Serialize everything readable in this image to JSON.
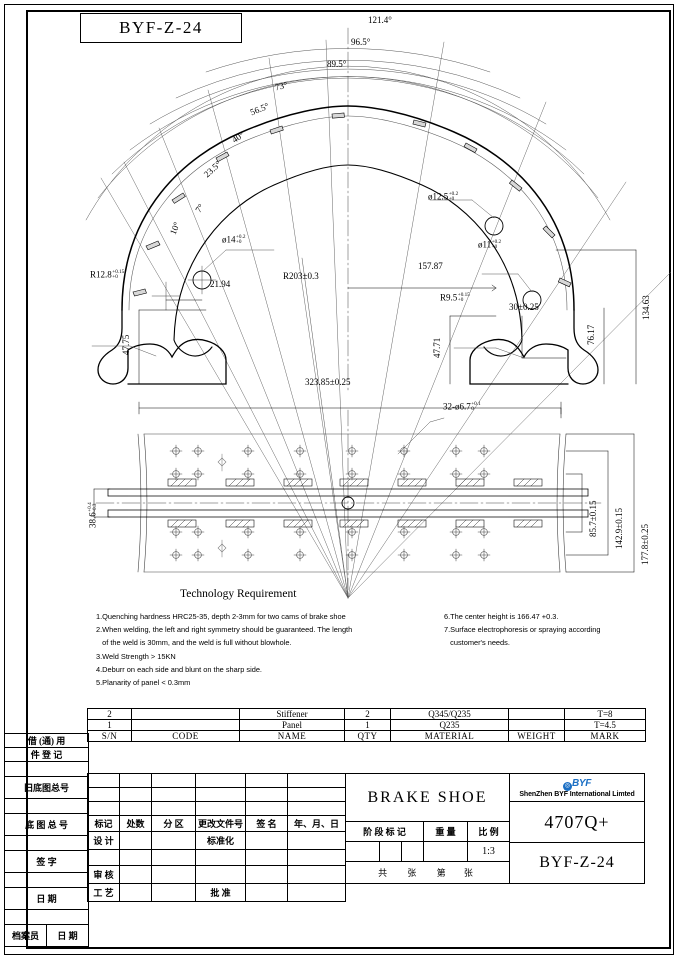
{
  "sheet": {
    "part_number_box": "BYF-Z-24"
  },
  "front_view": {
    "angles": [
      "121.4°",
      "96.5°",
      "89.5°",
      "73°",
      "56.5°",
      "40°",
      "23.5°",
      "7°",
      "10°"
    ],
    "dims": {
      "hole_14": "ø14",
      "hole_14_tol_up": "+0.2",
      "hole_14_tol_dn": "+0",
      "hole_12_5": "ø12.5",
      "hole_12_5_tol_up": "+0.2",
      "hole_12_5_tol_dn": "+0",
      "hole_11": "ø11",
      "hole_11_tol_up": "+0.2",
      "hole_11_tol_dn": "+0",
      "r12_8": "R12.8",
      "r12_8_tol_up": "+0.15",
      "r12_8_tol_dn": "+0",
      "r9_5": "R9.5",
      "r9_5_tol_up": "+0.15",
      "r9_5_tol_dn": "+0",
      "r203": "R203±0.3",
      "w157_87": "157.87",
      "w21_94": "21.94",
      "h47_75": "47.75",
      "h47_71": "47.71",
      "h30": "30±0.25",
      "h76_17": "76.17",
      "h134_63": "134.63",
      "w323_85": "323.85±0.25"
    }
  },
  "section_view": {
    "dims": {
      "rivets": "32-ø6.7",
      "rivets_tol_up": "+0.1",
      "rivets_tol_dn": "0",
      "t38_6": "38.6",
      "t38_6_tol_up": "+0.4",
      "t38_6_tol_dn": "-0.3",
      "w85_7": "85.7±0.15",
      "w142_9": "142.9±0.15",
      "w177_8": "177.8±0.25"
    }
  },
  "technology": {
    "title": "Technology Requirement",
    "left_notes": [
      "1.Quenching hardness HRC25-35, depth 2-3mm for two cams of brake shoe",
      "2.When welding, the left and right symmetry should be guaranteed. The length",
      "   of the weld is 30mm, and the weld is full without blowhole.",
      "3.Weld Strength > 15KN",
      "4.Deburr on each side and blunt on the sharp side.",
      "5.Planarity of panel < 0.3mm"
    ],
    "right_notes": [
      "6.The center height is 166.47 +0.3.",
      "7.Surface electrophoresis or spraying according",
      "   customer's needs."
    ]
  },
  "bom": {
    "headers": [
      "S/N",
      "CODE",
      "NAME",
      "QTY",
      "MATERIAL",
      "WEIGHT",
      "MARK"
    ],
    "rows": [
      {
        "sn": "2",
        "code": "",
        "name": "Stiffener",
        "qty": "2",
        "material": "Q345/Q235",
        "weight": "",
        "mark": "T=8"
      },
      {
        "sn": "1",
        "code": "",
        "name": "Panel",
        "qty": "1",
        "material": "Q235",
        "weight": "",
        "mark": "T=4.5"
      }
    ]
  },
  "left_margin": {
    "labels": [
      "借 (通) 用",
      "件  登  记",
      "旧底图总号",
      "底 图 总 号",
      "签    字",
      "日    期"
    ],
    "bottom": [
      "档案员",
      "日  期"
    ]
  },
  "revision": {
    "headers": [
      "标记",
      "处数",
      "分 区",
      "更改文件号",
      "签 名",
      "年、月、日"
    ],
    "roles": [
      "设 计",
      "审 核",
      "工 艺"
    ],
    "right_roles": [
      "标准化",
      "批 准"
    ]
  },
  "title_block": {
    "drawing_name": "BRAKE SHOE",
    "company": "ShenZhen BYF International Limted",
    "logo_text": "BYF",
    "logo_color": "#1b6fc4",
    "model": "4707Q+",
    "drawing_no": "BYF-Z-24",
    "stage_label": "阶 段 标 记",
    "weight_label": "重 量",
    "scale_label": "比 例",
    "scale_value": "1:3",
    "sheet_of": [
      "共",
      "张",
      "第",
      "张"
    ]
  }
}
